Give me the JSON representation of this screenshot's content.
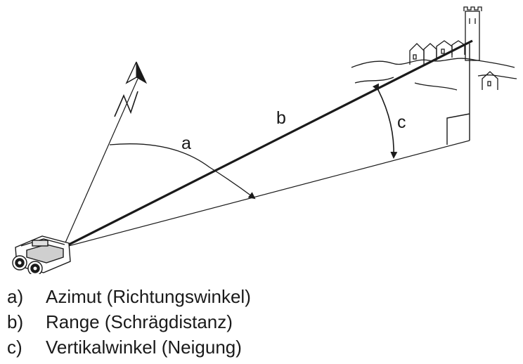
{
  "diagram": {
    "labels": {
      "a": "a",
      "b": "b",
      "c": "c"
    },
    "icons": {
      "north": "north-arrow-icon",
      "device": "binoculars-icon",
      "landscape": "hill-with-castle-icon"
    },
    "colors": {
      "ink": "#1a1a1a",
      "background": "#ffffff"
    }
  },
  "legend": {
    "items": [
      {
        "key": "a)",
        "text": "Azimut (Richtungswinkel)"
      },
      {
        "key": "b)",
        "text": "Range (Schrägdistanz)"
      },
      {
        "key": "c)",
        "text": "Vertikalwinkel (Neigung)"
      }
    ]
  }
}
